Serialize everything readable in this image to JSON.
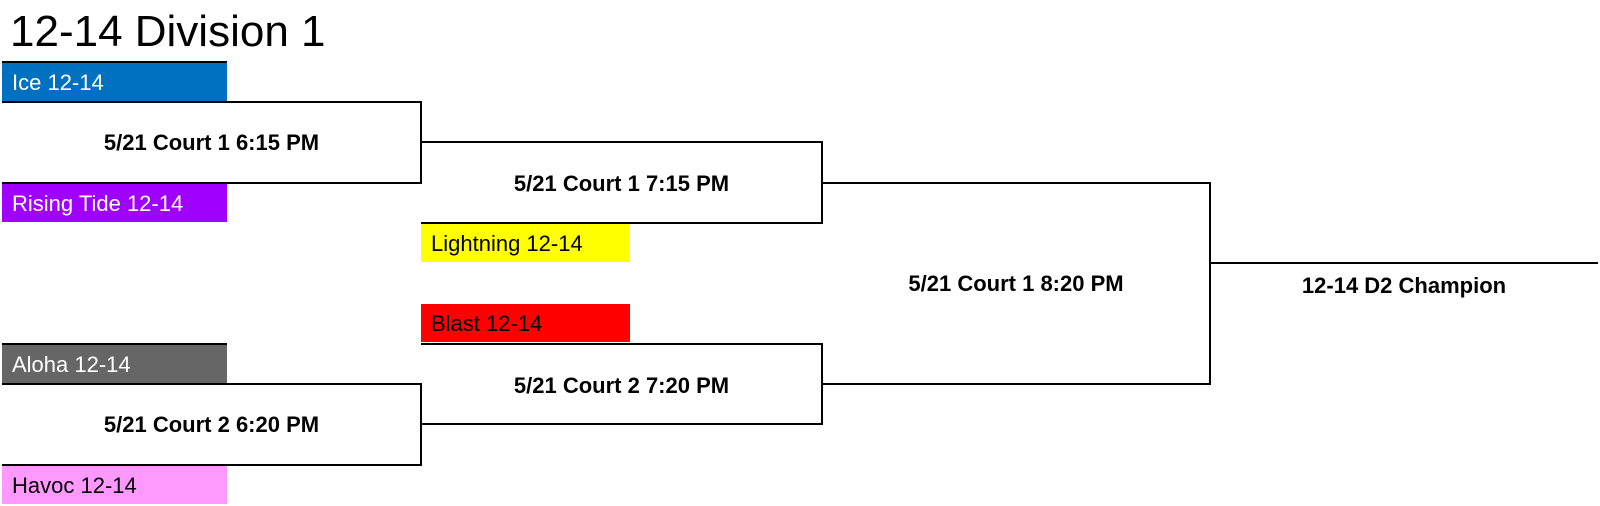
{
  "title": "12-14 Division 1",
  "colors": {
    "ice": "#0070C0",
    "rising_tide": "#A000FF",
    "lightning": "#FFFF00",
    "blast": "#FF0000",
    "aloha": "#666666",
    "havoc": "#FF99FF"
  },
  "teams": {
    "ice": "Ice 12-14",
    "rising_tide": "Rising Tide 12-14",
    "lightning": "Lightning 12-14",
    "blast": "Blast 12-14",
    "aloha": "Aloha 12-14",
    "havoc": "Havoc 12-14"
  },
  "games": {
    "r1_top": "5/21 Court 1 6:15 PM",
    "r1_bottom": "5/21 Court 2 6:20 PM",
    "r2_top": "5/21 Court 1 7:15 PM",
    "r2_bottom": "5/21 Court 2 7:20 PM",
    "final": "5/21 Court 1 8:20 PM",
    "champion": "12-14 D2 Champion"
  }
}
